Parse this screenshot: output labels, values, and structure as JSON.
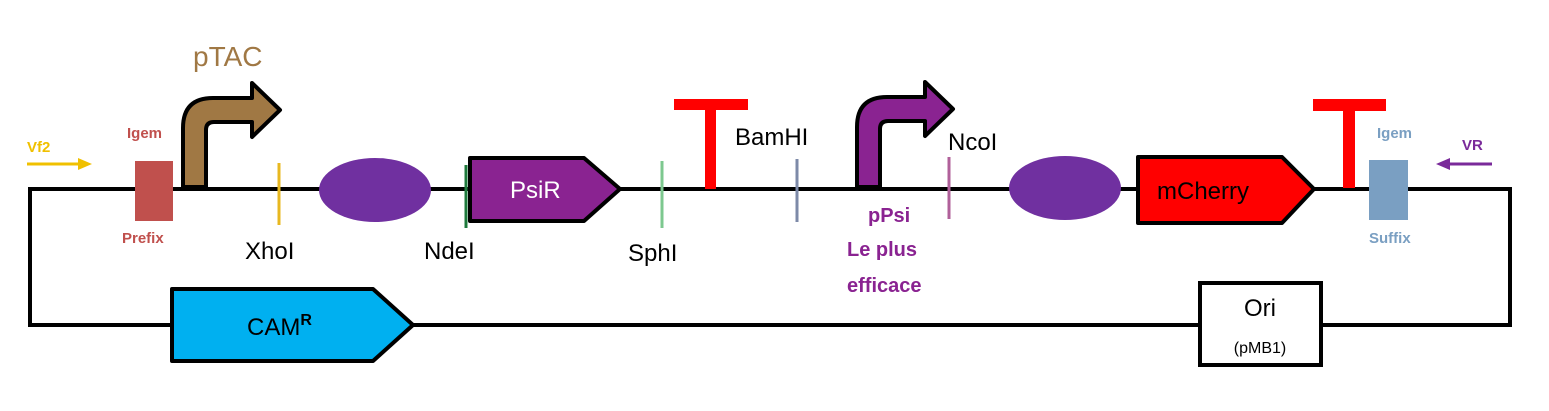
{
  "colors": {
    "backbone": "#000000",
    "ptac": "#a07844",
    "igem_prefix": "#c0504d",
    "igem_suffix": "#7a9fc2",
    "vf2": "#f0c000",
    "vr": "#7a2a9a",
    "xhoi": "#e8b820",
    "ndei": "#1e7a3c",
    "sphi": "#7dc88f",
    "bamhi": "#7d8aa8",
    "ncoi": "#b0609a",
    "rbs": "#7030a0",
    "psir": "#8a2391",
    "ppsi": "#8a2391",
    "terminator": "#ff0000",
    "mcherry": "#ff0000",
    "camr": "#00b0f0"
  },
  "labels": {
    "ptac": "pTAC",
    "igem_prefix_top": "Igem",
    "igem_prefix_bottom": "Prefix",
    "igem_suffix_top": "Igem",
    "igem_suffix_bottom": "Suffix",
    "vf2": "Vf2",
    "vr": "VR",
    "xhoi": "XhoI",
    "ndei": "NdeI",
    "psir": "PsiR",
    "sphi": "SphI",
    "bamhi": "BamHI",
    "ppsi_line1": "pPsi",
    "ppsi_line2": "Le plus",
    "ppsi_line3": "efficace",
    "ncoi": "NcoI",
    "mcherry": "mCherry",
    "camr": "CAM",
    "camr_superscript": "R",
    "ori": "Ori",
    "ori_sub": "(pMB1)"
  },
  "icons": {
    "promoter": "bent-arrow-icon",
    "terminator": "t-shape-icon",
    "rbs": "ellipse-icon",
    "cds": "pentagon-arrow-icon"
  }
}
